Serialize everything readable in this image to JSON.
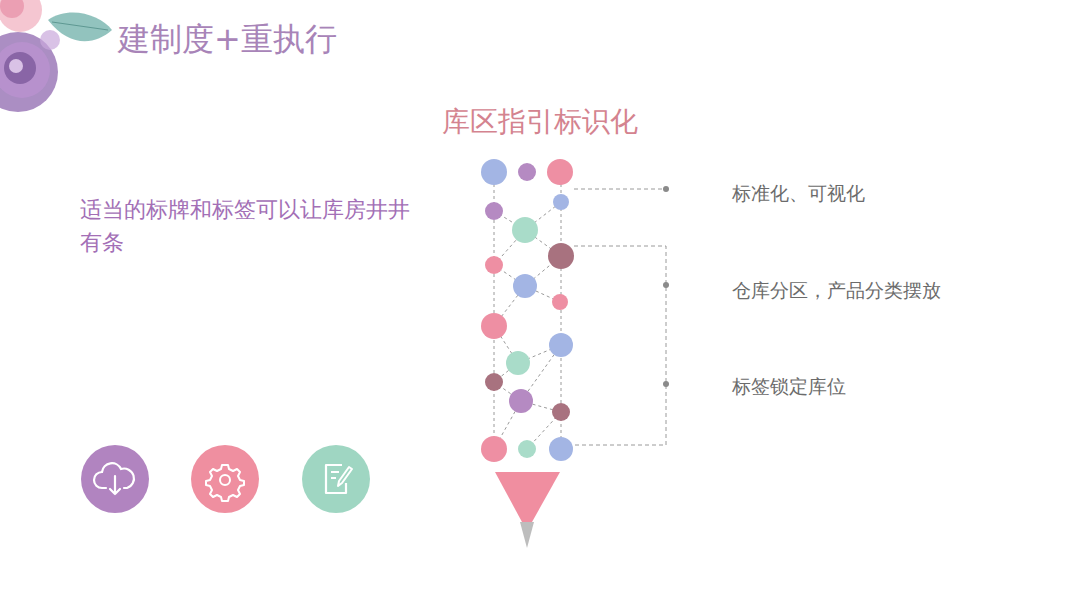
{
  "diagram": {
    "title": "建制度+重执行",
    "labels": [
      "库区指引标识化",
      "适当的标牌和标签可以让库房井井有条",
      "标准化、可视化",
      "仓库分区，产品分类摆放",
      "标签锁定库位"
    ]
  }
}
